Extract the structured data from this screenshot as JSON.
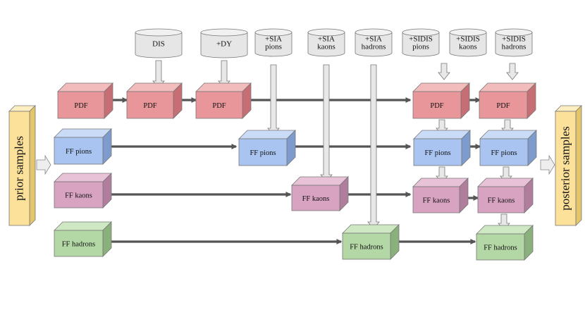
{
  "sources": [
    {
      "lines": [
        "DIS"
      ]
    },
    {
      "lines": [
        "+DY"
      ]
    },
    {
      "lines": [
        "+SIA",
        "pions"
      ]
    },
    {
      "lines": [
        "+SIA",
        "kaons"
      ]
    },
    {
      "lines": [
        "+SIA",
        "hadrons"
      ]
    },
    {
      "lines": [
        "+SIDIS",
        "pions"
      ]
    },
    {
      "lines": [
        "+SIDIS",
        "kaons"
      ]
    },
    {
      "lines": [
        "+SIDIS",
        "hadrons"
      ]
    }
  ],
  "side_labels": {
    "left": "prior samples",
    "right": "posterior samples"
  },
  "boxes": {
    "pdf": "PDF",
    "ff_pions": "FF pions",
    "ff_kaons": "FF kaons",
    "ff_hadrons": "FF hadrons"
  },
  "colors": {
    "pdf": {
      "front": "#e8969a",
      "top": "#f3bcbc",
      "side": "#c66e73"
    },
    "pions": {
      "front": "#a9c4f0",
      "top": "#c9dbf7",
      "side": "#7d9ccd"
    },
    "kaons": {
      "front": "#d7a3c1",
      "top": "#e8c3d8",
      "side": "#b07e9c"
    },
    "hadrons": {
      "front": "#b3d7a5",
      "top": "#cee8c3",
      "side": "#8ab07c"
    },
    "side_panel": {
      "front": "#fbe19a",
      "top": "#fdeec2",
      "side": "#e5c56a"
    },
    "cylinder": "#e6e6e6",
    "arrow": "#555555",
    "pipe": "#e8e8e8"
  }
}
